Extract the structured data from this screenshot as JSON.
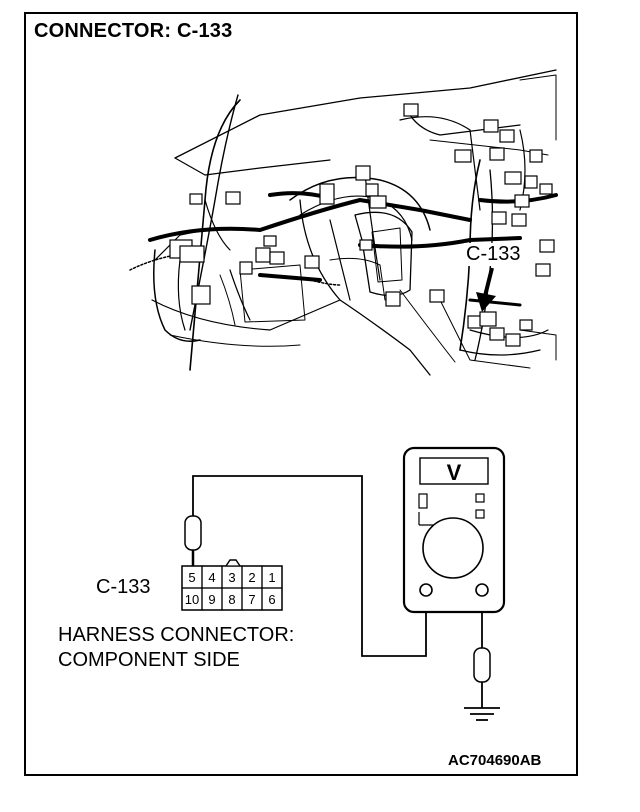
{
  "title": "CONNECTOR: C-133",
  "callout_label": "C-133",
  "connector_label": "C-133",
  "harness_label_line1": "HARNESS CONNECTOR:",
  "harness_label_line2": "COMPONENT SIDE",
  "meter_unit": "V",
  "figure_code": "AC704690AB",
  "connector_pins": {
    "top_row": [
      "5",
      "4",
      "3",
      "2",
      "1"
    ],
    "bottom_row": [
      "10",
      "9",
      "8",
      "7",
      "6"
    ]
  }
}
